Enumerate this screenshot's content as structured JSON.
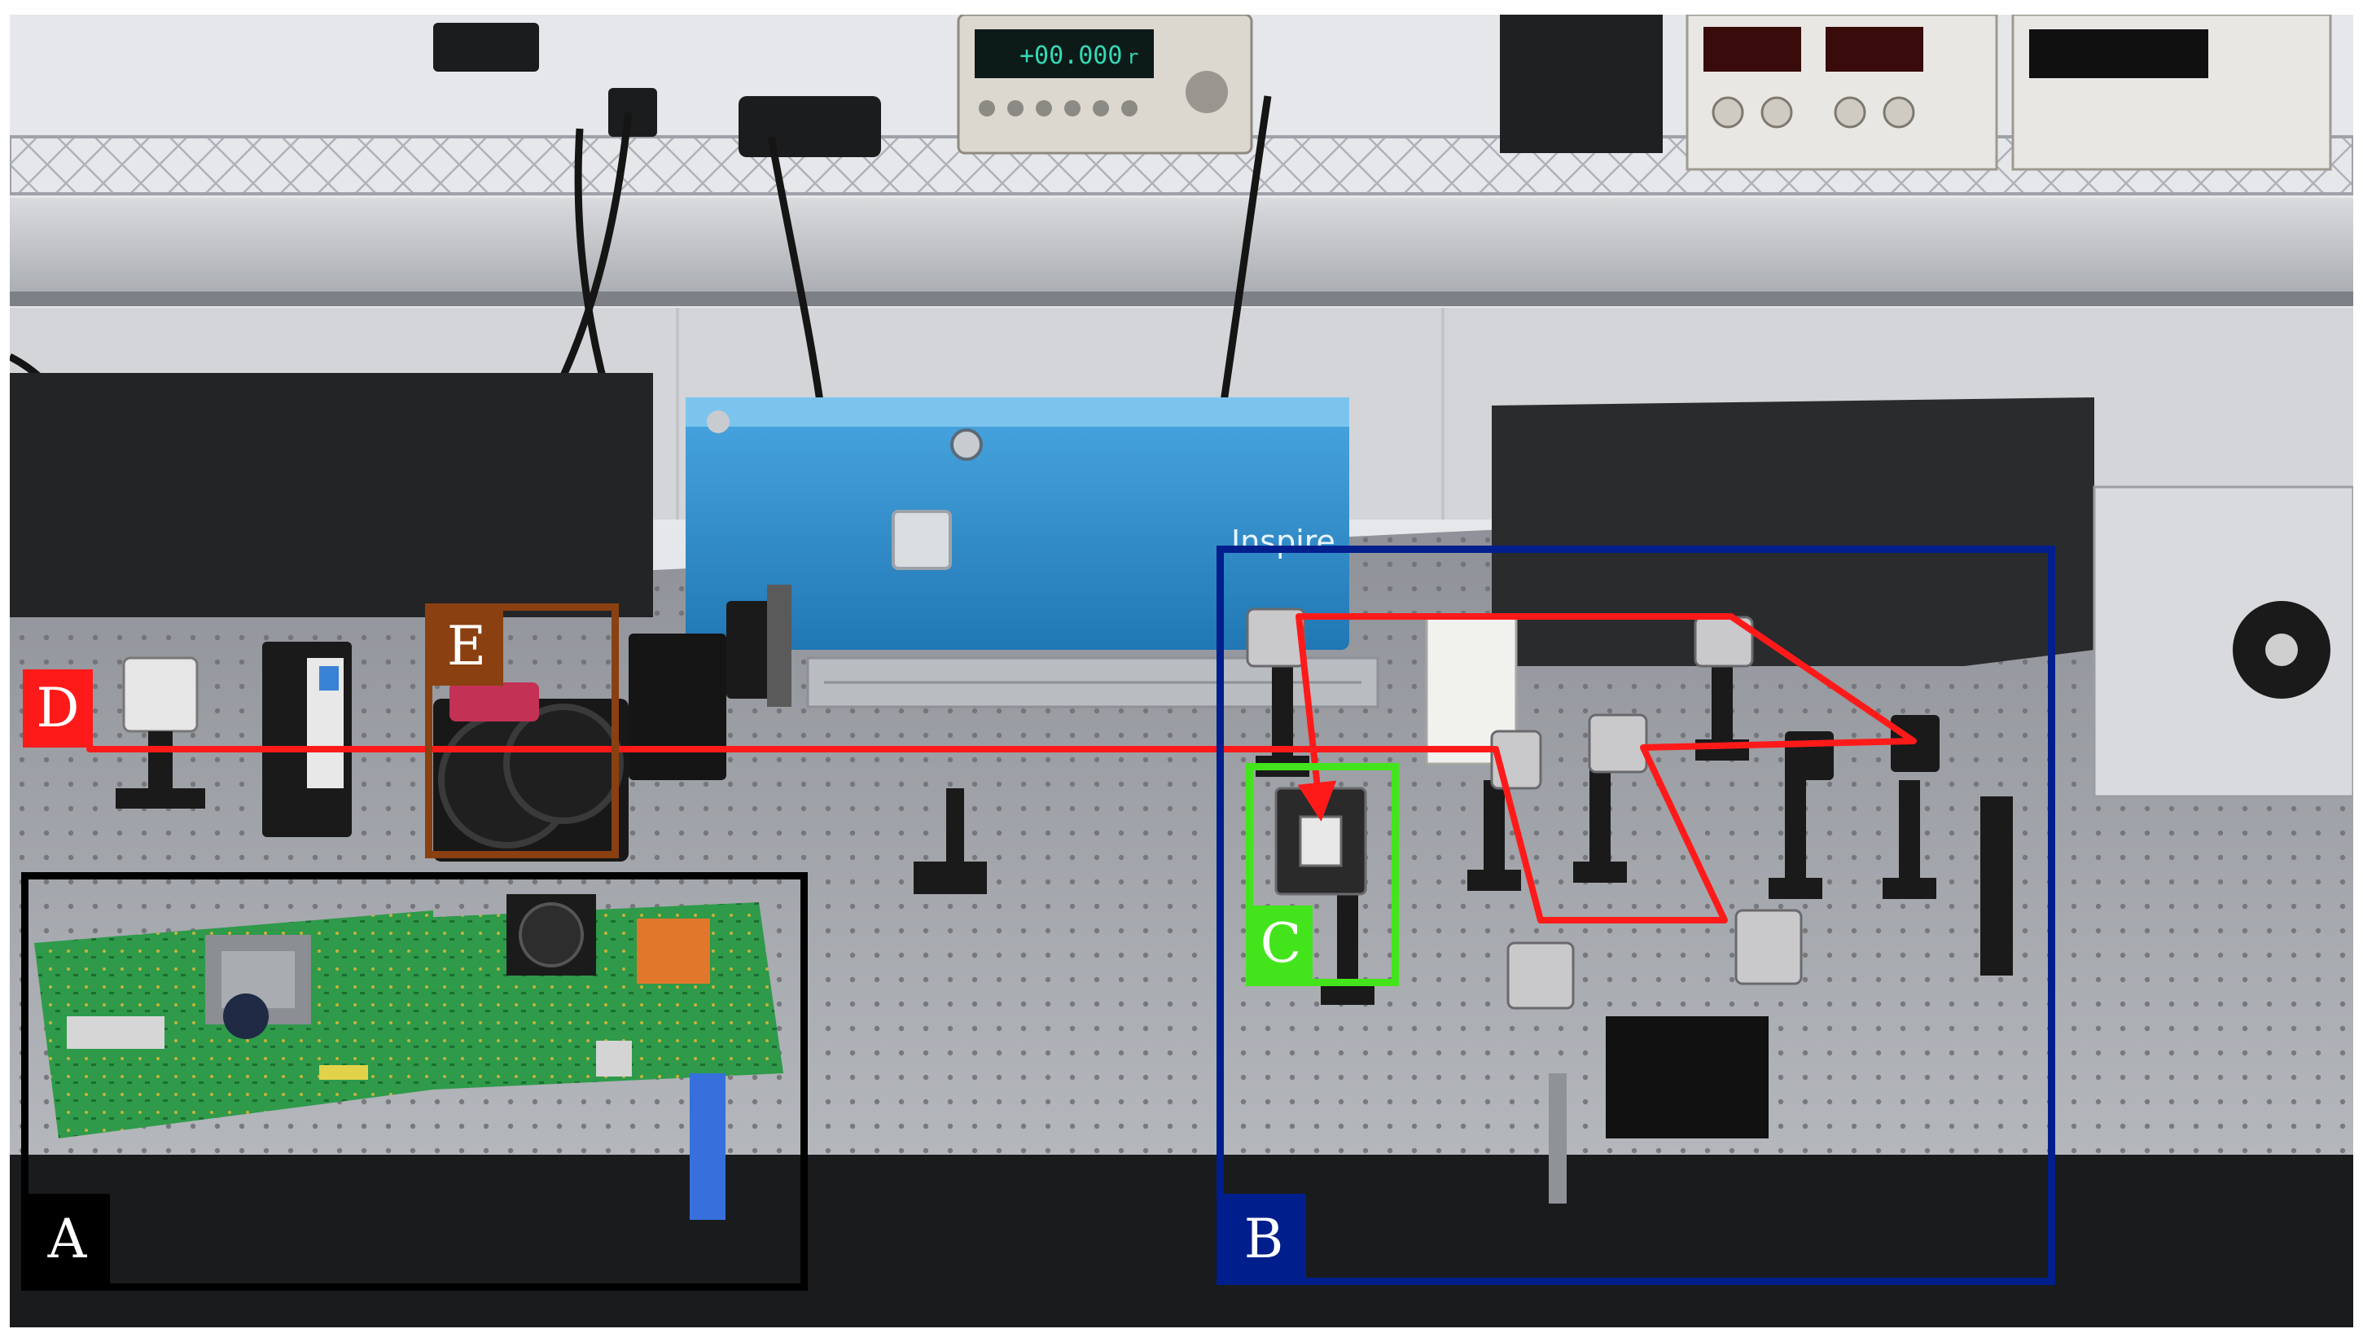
{
  "colors": {
    "beam": "#ff1a1a",
    "box_a": "#000000",
    "box_b": "#001f8c",
    "box_c": "#44e41c",
    "box_d": "#ff1a1a",
    "box_e": "#8a4010"
  },
  "instruments": {
    "picoammeter_readout": "+00.000",
    "picoammeter_unit": "r",
    "laser_brand": "Inspire"
  },
  "regions": {
    "a": {
      "label": "A"
    },
    "b": {
      "label": "B"
    },
    "c": {
      "label": "C"
    },
    "d": {
      "label": "D"
    },
    "e": {
      "label": "E"
    }
  }
}
